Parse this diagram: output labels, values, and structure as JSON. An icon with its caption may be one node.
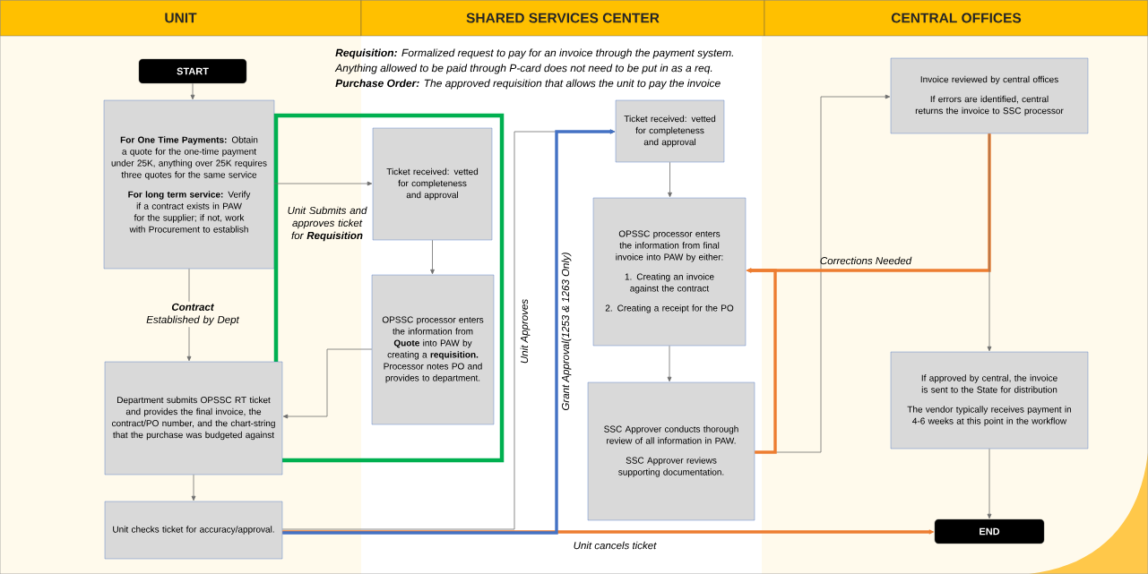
{
  "diagram": {
    "nodes": [
      {
        "text": [
          "UNIT"
        ]
      },
      {
        "text": [
          "SHARED SERVICES CENTER"
        ]
      },
      {
        "text": [
          "CENTRAL OFFICES"
        ]
      },
      {
        "text": [
          "START"
        ]
      },
      {
        "text": [
          "**For One Time Payments:** Obtain a quote for the one-time payment under 25K, anything over 25K requires three quotes for the same service",
          "**For long term service:** Verify if a contract exists in PAW for the supplier; if not, work with Procurement to establish"
        ]
      },
      {
        "text": [],
        "shape": "box"
      },
      {
        "text": [
          "Ticket received: vetted for completeness and approval"
        ],
        "in": 5
      },
      {
        "text": [
          "OPSSC processor enters the information from **Quote** into PAW by creating a **requisition.** Processor notes PO and provides to department."
        ],
        "in": 5
      },
      {
        "text": [
          "Department submits OPSSC RT ticket and provides the final invoice, the contract/PO number, and the chart-string that the purchase was budgeted against"
        ]
      },
      {
        "text": [
          "Unit checks ticket for accuracy/approval."
        ]
      },
      {
        "text": [
          "Ticket received: vetted for completeness and approval"
        ]
      },
      {
        "text": [
          "OPSSC processor enters the information from final invoice into PAW by either:",
          "1. Creating an invoice against the contract",
          "2. Creating a receipt for the PO"
        ]
      },
      {
        "text": [
          "SSC Approver conducts thorough review of all information in PAW.",
          "SSC Approver reviews supporting documentation."
        ]
      },
      {
        "text": [
          "Invoice reviewed by central offices",
          "If errors are identified, central returns the invoice to SSC processor"
        ]
      },
      {
        "text": [
          "If approved by central, the invoice is sent to the State for distribution",
          "The vendor typically receives payment in 4-6 weeks at this point in the workflow"
        ]
      },
      {
        "text": [
          "END"
        ]
      }
    ],
    "edges": [
      {
        "from": 3,
        "to": 4,
        "arrow": "to"
      },
      {
        "from": 4,
        "to": 8,
        "arrow": "to",
        "label": "**Contract** Established by Dept"
      },
      {
        "from": 4,
        "to": 6,
        "arrow": "to",
        "label": "Unit Submits and approves ticket for **Requisition**"
      },
      {
        "from": 6,
        "to": 7,
        "arrow": "to"
      },
      {
        "from": 7,
        "to": 8,
        "arrow": "to"
      },
      {
        "from": 8,
        "to": 9,
        "arrow": "to"
      },
      {
        "from": 9,
        "to": 10,
        "arrow": "to",
        "label": "Unit Approves"
      },
      {
        "from": 9,
        "to": 10,
        "arrow": "to",
        "label": "Grant Approval(1253 & 1263 Only)",
        "style": "thick",
        "color": "#4472c4"
      },
      {
        "from": 9,
        "to": 15,
        "arrow": "to",
        "label": "Unit cancels ticket",
        "style": "thick",
        "color": "#ed7d31"
      },
      {
        "from": 10,
        "to": 11,
        "arrow": "to"
      },
      {
        "from": 11,
        "to": 12,
        "arrow": "to"
      },
      {
        "from": 12,
        "to": 13,
        "arrow": "to"
      },
      {
        "from": 12,
        "to": 11,
        "arrow": "to",
        "style": "thick",
        "color": "#ed7d31"
      },
      {
        "from": 13,
        "to": 11,
        "arrow": "to",
        "label": "Corrections Needed",
        "style": "thick",
        "color": "#ed7d31"
      },
      {
        "from": 13,
        "to": 14,
        "arrow": "to"
      },
      {
        "from": 14,
        "to": 15,
        "arrow": "to"
      }
    ],
    "labels": [
      "**Requisition:** Formalized request to pay for an invoice through the payment system.",
      "Anything allowed to be paid through P-card does not need to be put in as a req.",
      "**Purchase Order:** The approved requisition that allows the unit to pay the invoice"
    ]
  }
}
